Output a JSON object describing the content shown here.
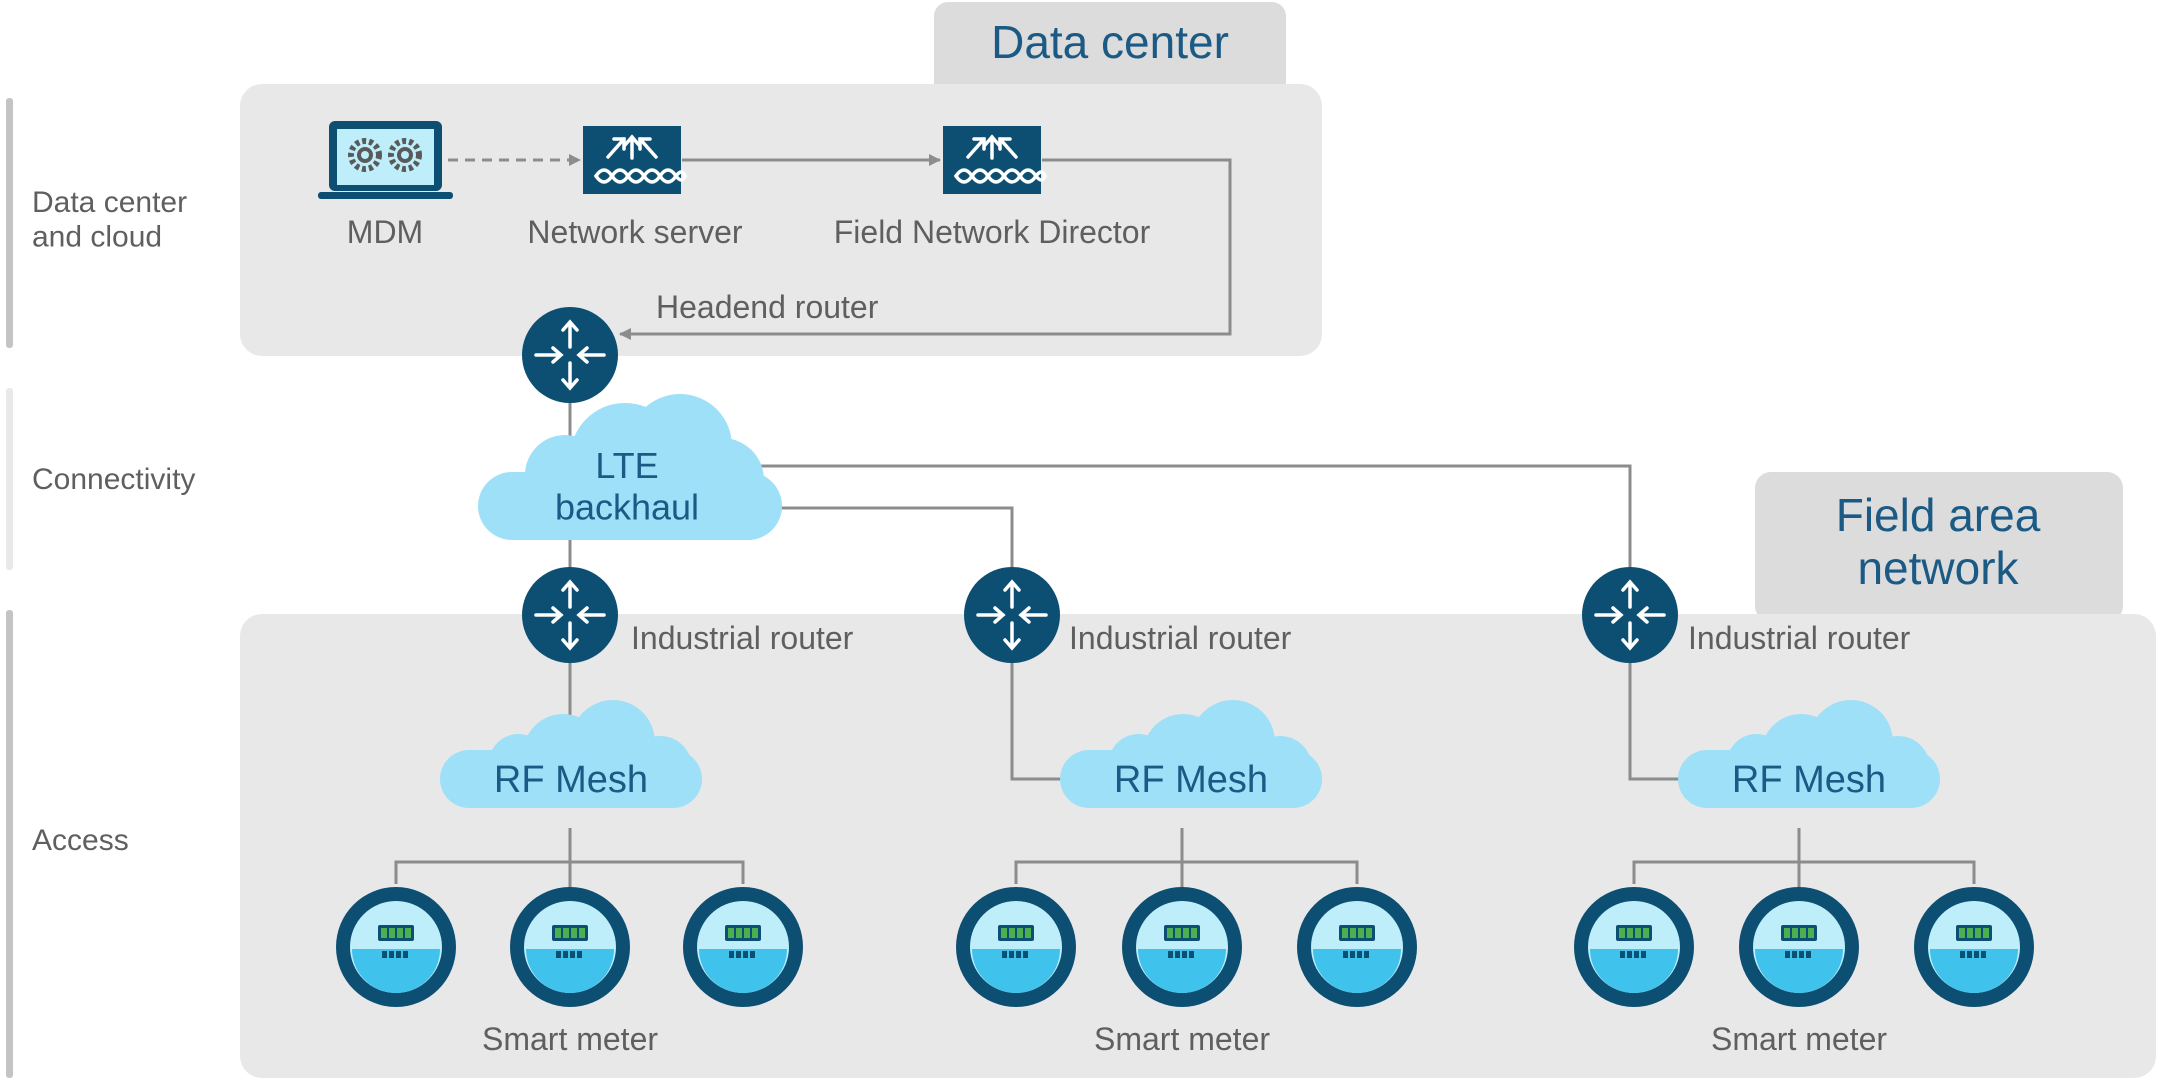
{
  "layers": {
    "datacenter": "Data center\nand cloud",
    "connectivity": "Connectivity",
    "access": "Access"
  },
  "tags": {
    "datacenter": "Data center",
    "fan": "Field area\nnetwork"
  },
  "nodes": {
    "mdm": "MDM",
    "network_server": "Network server",
    "fnd": "Field Network Director",
    "headend_router": "Headend router",
    "lte": "LTE\nbackhaul"
  },
  "clusters": [
    {
      "router": "Industrial router",
      "mesh": "RF Mesh",
      "meter": "Smart meter"
    },
    {
      "router": "Industrial router",
      "mesh": "RF Mesh",
      "meter": "Smart meter"
    },
    {
      "router": "Industrial router",
      "mesh": "RF Mesh",
      "meter": "Smart meter"
    }
  ],
  "colors": {
    "navy": "#0d4f72",
    "cloud": "#9de0f7",
    "panel": "#e8e8e8",
    "tab": "#dcdcdc",
    "line": "#8c8c8c",
    "meter_face": "#bdeefa",
    "meter_led": "#4caf50"
  }
}
